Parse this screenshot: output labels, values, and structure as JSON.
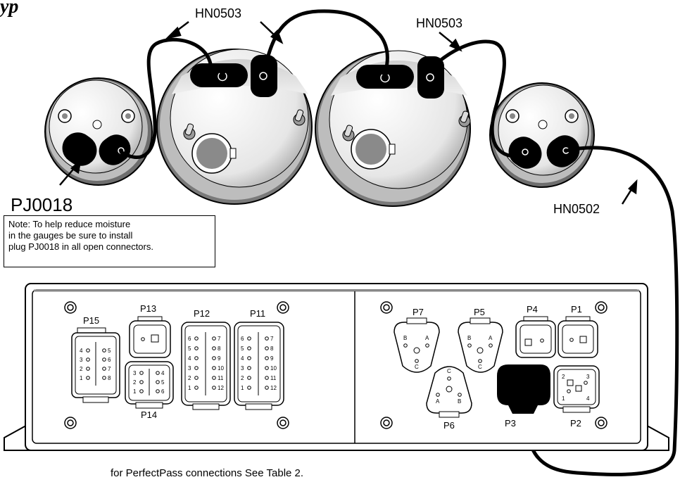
{
  "corner_text": "yp",
  "labels": {
    "cable_left": "HN0503",
    "cable_right": "HN0503",
    "cable_long": "HN0502",
    "plug": "PJ0018"
  },
  "note": {
    "line1": "Note: To help reduce moisture",
    "line2": "in the gauges be sure to install",
    "line3": "plug PJ0018 in all open connectors."
  },
  "ports": {
    "p1": "P1",
    "p2": "P2",
    "p3": "P3",
    "p4": "P4",
    "p5": "P5",
    "p6": "P6",
    "p7": "P7",
    "p11": "P11",
    "p12": "P12",
    "p13": "P13",
    "p14": "P14",
    "p15": "P15"
  },
  "pins": {
    "n1": "1",
    "n2": "2",
    "n3": "3",
    "n4": "4",
    "n5": "5",
    "n6": "6",
    "n7": "7",
    "n8": "8",
    "n9": "9",
    "n10": "10",
    "n11": "11",
    "n12": "12",
    "a": "A",
    "b": "B",
    "c": "C"
  },
  "footer": "for PerfectPass connections See Table 2."
}
